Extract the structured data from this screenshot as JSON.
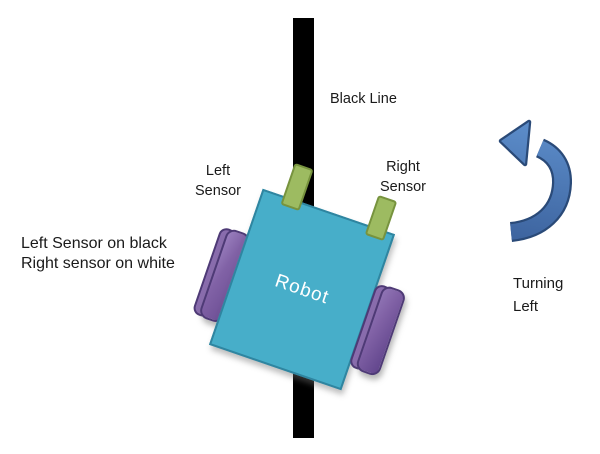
{
  "labels": {
    "black_line": "Black Line",
    "left_sensor": "Left\nSensor",
    "right_sensor": "Right\nSensor",
    "caption": "Left Sensor on black\nRight sensor on white",
    "turning": "Turning\nLeft"
  },
  "robot": {
    "label": "Robot"
  },
  "icons": {
    "turning_arrow": "curved-counterclockwise-arrow"
  },
  "colors": {
    "robot-fill": "#47aec9",
    "robot-border": "#2f85a0",
    "sensor-fill": "#9dbb61",
    "sensor-border": "#77933e",
    "wheel-face": "#8162a6",
    "wheel-face-dark": "#6d4f95",
    "wheel-side": "#8a6dae",
    "wheel-border": "#4e3a76",
    "line-color": "#000000",
    "text-color": "#1a1a1a",
    "arrow-light": "#5d8ecb",
    "arrow-dark": "#3b619c",
    "arrow-outline": "#2a4a78"
  }
}
